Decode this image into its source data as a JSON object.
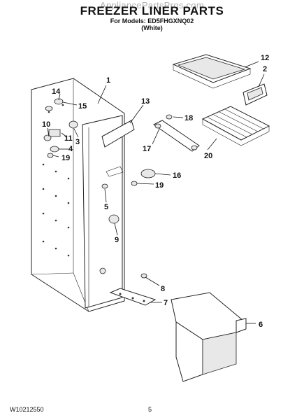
{
  "header": {
    "watermark": "AppliancePartsPros.com",
    "title": "FREEZER LINER PARTS",
    "models_line": "For Models: ED5FHGXNQ02",
    "color_line": "(White)"
  },
  "callouts": {
    "c1": "1",
    "c2": "2",
    "c3": "3",
    "c4": "4",
    "c5": "5",
    "c6": "6",
    "c7": "7",
    "c8": "8",
    "c9": "9",
    "c10": "10",
    "c11": "11",
    "c12": "12",
    "c13": "13",
    "c14": "14",
    "c15": "15",
    "c16": "16",
    "c17": "17",
    "c18": "18",
    "c19a": "19",
    "c19b": "19",
    "c20": "20"
  },
  "footer": {
    "doc_number": "W10212550",
    "page_number": "5"
  }
}
